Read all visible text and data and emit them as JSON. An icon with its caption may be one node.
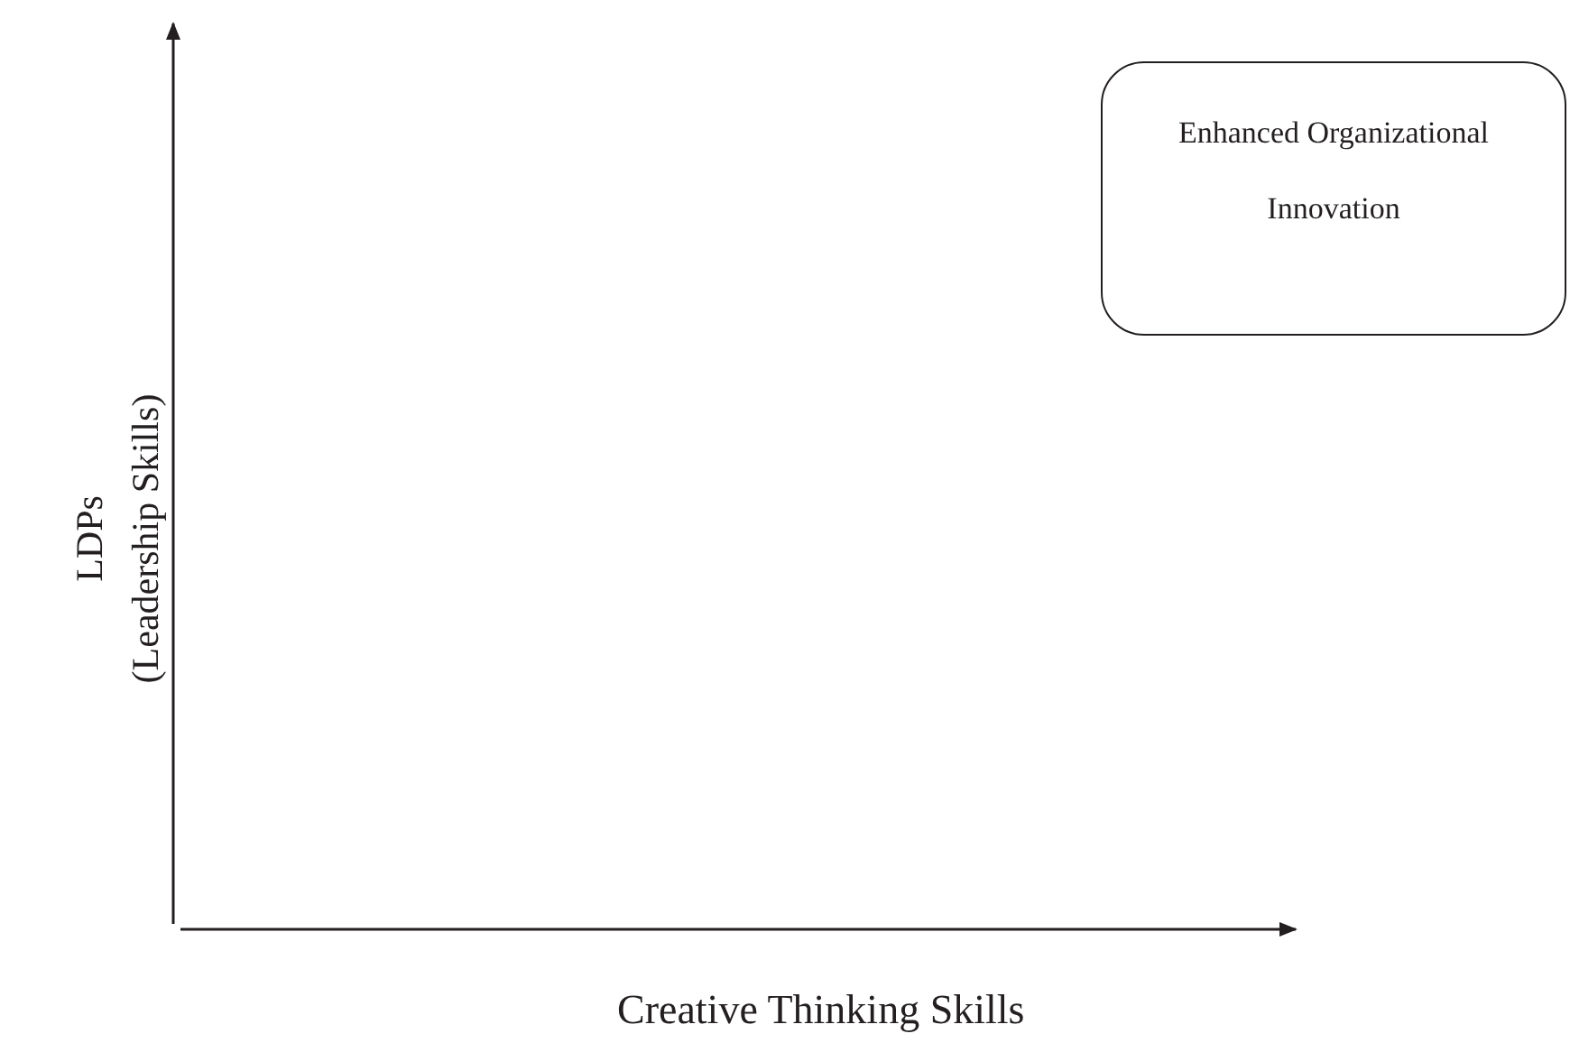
{
  "diagram": {
    "nodes": [
      {
        "text": [
          "Enhanced Organizational Innovation"
        ]
      }
    ],
    "labels": [
      "LDPs",
      "(Leadership Skills)",
      "Creative Thinking Skills"
    ]
  }
}
